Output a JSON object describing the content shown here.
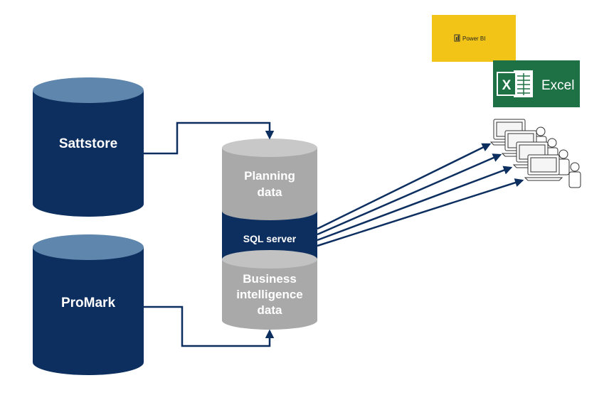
{
  "diagram": {
    "sources": [
      {
        "label": "Sattstore"
      },
      {
        "label": "ProMark"
      }
    ],
    "server": {
      "top_label_line1": "Planning",
      "top_label_line2": "data",
      "middle_label": "SQL server",
      "bottom_label_line1": "Business",
      "bottom_label_line2": "intelligence",
      "bottom_label_line3": "data"
    },
    "tools": {
      "powerbi_label": "Power BI",
      "excel_label": "Excel",
      "excel_letter": "X"
    },
    "colors": {
      "navy": "#0d2f60",
      "navy_top": "#5f86ac",
      "gray": "#a9a9a9",
      "gray_top": "#c8c8c8",
      "powerbi_yellow": "#f2c417",
      "excel_green": "#1e7145"
    }
  }
}
